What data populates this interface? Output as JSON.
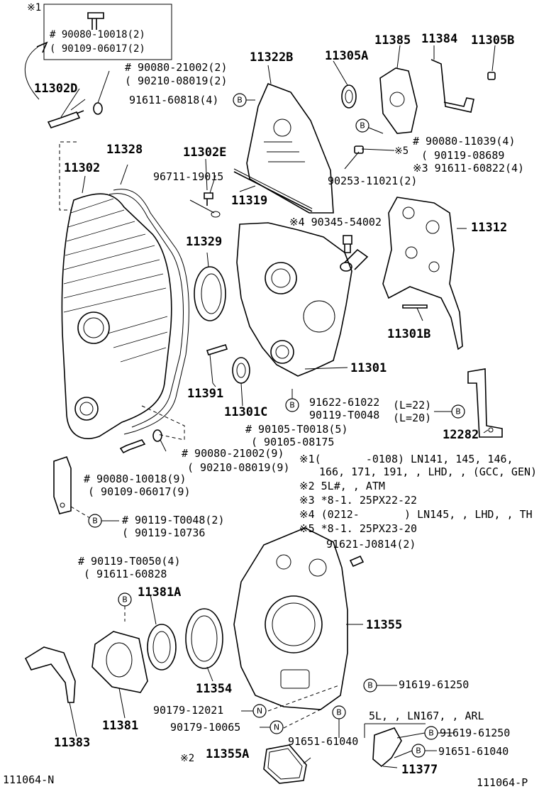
{
  "corner_codes": {
    "left": "111064-N",
    "right": "111064-P"
  },
  "note_marker_1": "※1",
  "callout_letters": {
    "b": "B",
    "n": "N"
  },
  "parts": {
    "p11302D": "11302D",
    "p11302": "11302",
    "p11328": "11328",
    "p11322B": "11322B",
    "p11305A": "11305A",
    "p11385": "11385",
    "p11384": "11384",
    "p11305B": "11305B",
    "p11302E": "11302E",
    "p11319": "11319",
    "p11312": "11312",
    "p11329": "11329",
    "p11301B": "11301B",
    "p11391": "11391",
    "p11301C": "11301C",
    "p11301": "11301",
    "p12282": "12282",
    "p11381A": "11381A",
    "p11355": "11355",
    "p11354": "11354",
    "p11381": "11381",
    "p11383": "11383",
    "p11355A": "11355A",
    "p11377": "11377"
  },
  "fasteners": {
    "box1a": "# 90080-10018(2)",
    "box1b": "( 90109-06017(2)",
    "f1a": "# 90080-21002(2)",
    "f1b": "( 90210-08019(2)",
    "f2": "91611-60818(4)",
    "f3": "96711-19015",
    "f4a": "# 90080-11039(4)",
    "f4b": "( 90119-08689",
    "f4c": "※3 91611-60822(4)",
    "f4m": "※5",
    "f5": "90253-11021(2)",
    "f6": "※4 90345-54002",
    "f7a": "91622-61022",
    "f7b": "90119-T0048",
    "f7c": "(L=22)",
    "f7d": "(L=20)",
    "f8a": "# 90105-T0018(5)",
    "f8b": "( 90105-08175",
    "f9a": "# 90080-21002(9)",
    "f9b": "( 90210-08019(9)",
    "f10a": "# 90080-10018(9)",
    "f10b": "( 90109-06017(9)",
    "f11a": "# 90119-T0048(2)",
    "f11b": "( 90119-10736",
    "f12a": "# 90119-T0050(4)",
    "f12b": "( 91611-60828",
    "f13": "91621-J0814(2)",
    "f14": "91619-61250",
    "f15": "90179-12021",
    "f16": "90179-10065",
    "f17": "91651-61040",
    "f18": "91619-61250",
    "f19": "91651-61040"
  },
  "notes": {
    "n1a": "※1(       -0108) LN141, 145, 146,",
    "n1b": "166, 171, 191, , LHD, , (GCC, GEN)",
    "n2": "※2 5L#, , ATM",
    "n3": "※3 *8-1. 25PX22-22",
    "n4": "※4 (0212-       ) LN145, , LHD, , TH",
    "n5": "※5 *8-1. 25PX23-20"
  },
  "variant_note": "5L, , LN167, , ARL",
  "marker_355a": "※2"
}
